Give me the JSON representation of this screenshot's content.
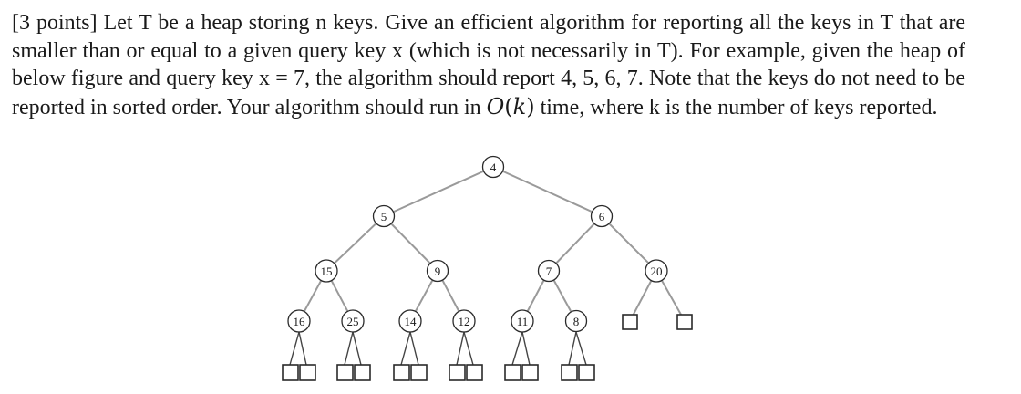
{
  "problem": {
    "text_before_math": "[3 points] Let T be a heap storing n keys. Give an efficient algorithm for reporting all the keys in T that are smaller than or equal to a given query key x (which is not necessarily in T). For example, given the heap of below figure and query key x = 7, the algorithm should report 4, 5, 6, 7. Note that the keys do not need to be reported in sorted order. Your algorithm should run in ",
    "math_O": "O",
    "math_open": "(",
    "math_k": "k",
    "math_close": ")",
    "text_after_math": " time, where k is the number of keys reported."
  },
  "heap": {
    "root": "4",
    "level1": [
      "5",
      "6"
    ],
    "level2": [
      "15",
      "9",
      "7",
      "20"
    ],
    "level3": [
      "16",
      "25",
      "14",
      "12",
      "11",
      "8"
    ]
  }
}
